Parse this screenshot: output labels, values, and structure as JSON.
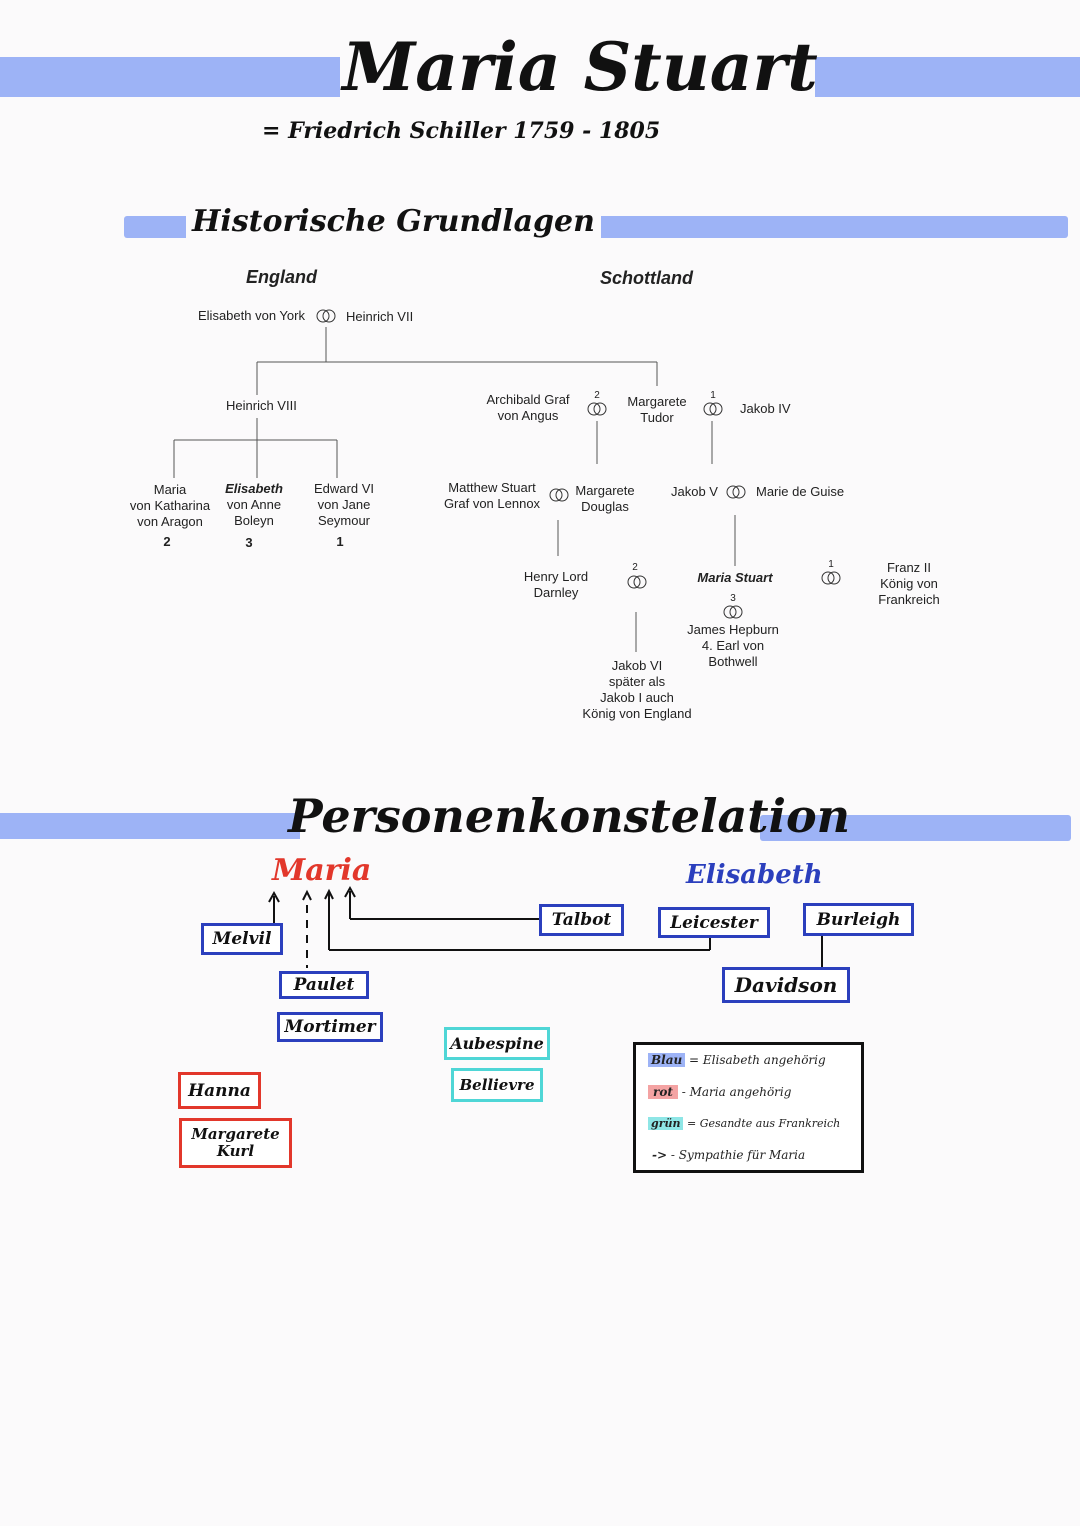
{
  "header": {
    "title": "Maria Stuart",
    "subtitle": "= Friedrich Schiller 1759 - 1805"
  },
  "sections": {
    "historical": "Historische Grundlagen",
    "constellation": "Personenkonstelation"
  },
  "tree": {
    "england": "England",
    "scotland": "Schottland",
    "elisabeth_york": "Elisabeth von York",
    "heinrich_vii": "Heinrich VII",
    "heinrich_viii": "Heinrich VIII",
    "maria_katharina": [
      "Maria",
      "von Katharina",
      "von Aragon"
    ],
    "maria_katharina_n": "2",
    "elisabeth_anne": [
      "Elisabeth",
      "von Anne",
      "Boleyn"
    ],
    "elisabeth_anne_n": "3",
    "edward_vi": [
      "Edward VI",
      "von Jane",
      "Seymour"
    ],
    "edward_vi_n": "1",
    "archibald": [
      "Archibald Graf",
      "von Angus"
    ],
    "archibald_n": "2",
    "margarete_tudor": [
      "Margarete",
      "Tudor"
    ],
    "jakob_iv_n": "1",
    "jakob_iv": "Jakob IV",
    "matthew": [
      "Matthew Stuart",
      "Graf von Lennox"
    ],
    "margarete_douglas": [
      "Margarete",
      "Douglas"
    ],
    "jakob_v": "Jakob V",
    "marie_guise": "Marie de Guise",
    "henry": [
      "Henry Lord",
      "Darnley"
    ],
    "henry_n": "2",
    "maria_stuart": "Maria Stuart",
    "bothwell_n": "3",
    "franz_n": "1",
    "franz": [
      "Franz II",
      "König von",
      "Frankreich"
    ],
    "bothwell": [
      "James Hepburn",
      "4. Earl von",
      "Bothwell"
    ],
    "jakob_vi": [
      "Jakob VI",
      "später als",
      "Jakob I auch",
      "König von England"
    ]
  },
  "constellation": {
    "maria": "Maria",
    "elisabeth": "Elisabeth",
    "melvil": "Melvil",
    "paulet": "Paulet",
    "mortimer": "Mortimer",
    "talbot": "Talbot",
    "leicester": "Leicester",
    "burleigh": "Burleigh",
    "davidson": "Davidson",
    "aubespine": "Aubespine",
    "bellievre": "Bellievre",
    "hanna": "Hanna",
    "margarete_kurl": [
      "Margarete",
      "Kurl"
    ]
  },
  "legend": [
    {
      "key": "Blau",
      "text": "Elisabeth angehörig",
      "color": "#9db3f6"
    },
    {
      "key": "rot",
      "text": "Maria angehörig",
      "color": "#f4a3a3"
    },
    {
      "key": "grün",
      "text": "Gesandte aus Frankreich",
      "color": "#8ee6e6"
    },
    {
      "key": "->",
      "text": "Sympathie für Maria",
      "color": ""
    }
  ],
  "colors": {
    "band": "#9db3f6",
    "blue_box": "#2b3fbd",
    "red_box": "#e2372b",
    "teal_box": "#4fd6d6",
    "maria_title": "#e2372b",
    "elisabeth_title": "#2b3fbd"
  }
}
